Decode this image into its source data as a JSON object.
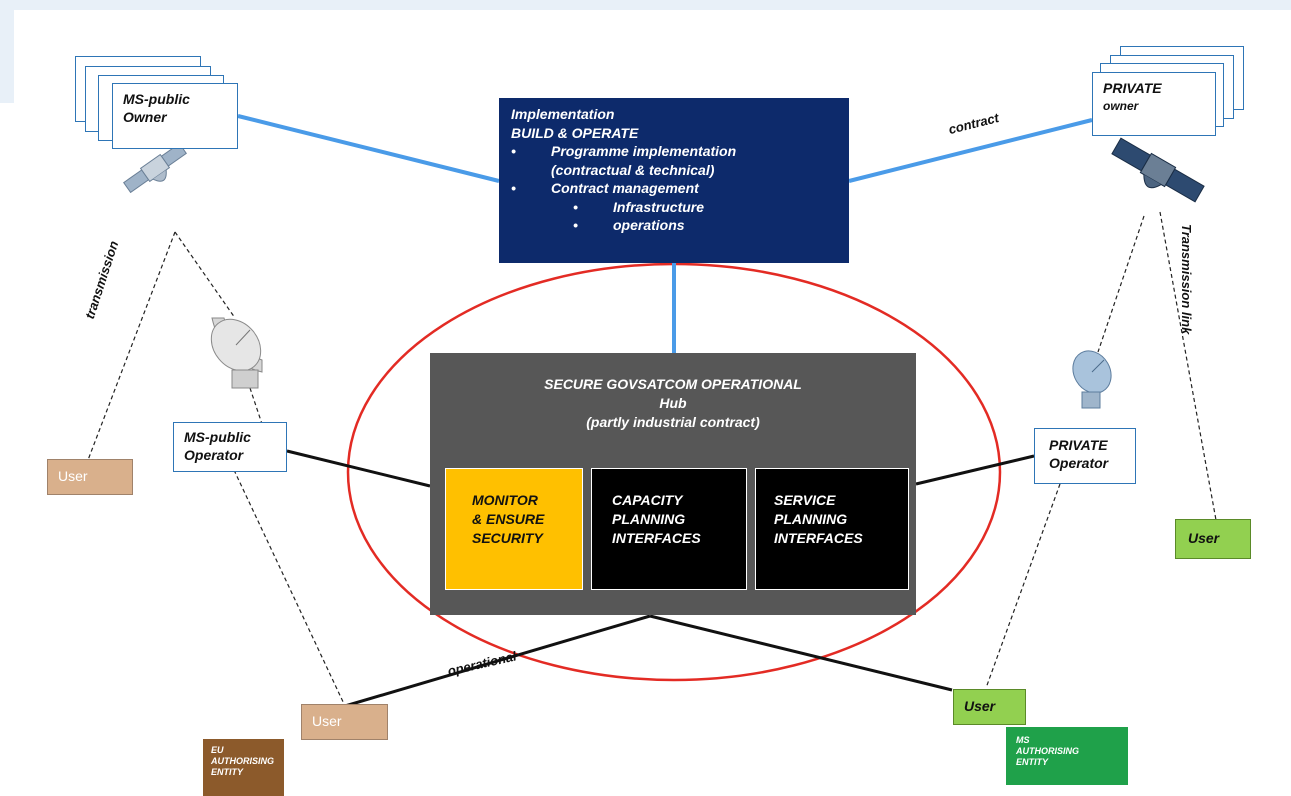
{
  "implementation": {
    "title": "Implementation",
    "subtitle": "BUILD & OPERATE",
    "bullet_char": "•",
    "items": [
      "Programme  implementation",
      "(contractual & technical)",
      "Contract management"
    ],
    "sub_items": [
      "Infrastructure",
      "operations"
    ]
  },
  "hub": {
    "title": "SECURE GOVSATCOM OPERATIONAL",
    "subtitle": "Hub",
    "note": "(partly industrial contract)",
    "modules": [
      {
        "lines": [
          "MONITOR",
          "& ENSURE",
          "SECURITY"
        ]
      },
      {
        "lines": [
          "CAPACITY",
          "PLANNING",
          "INTERFACES"
        ]
      },
      {
        "lines": [
          "SERVICE",
          "PLANNING",
          "INTERFACES"
        ]
      }
    ]
  },
  "left": {
    "owner": [
      "MS-public",
      "Owner"
    ],
    "operator": [
      "MS-public",
      "Operator"
    ],
    "user_left": "User",
    "user_bottom": "User",
    "entity": [
      "EU",
      "AUTHORISING",
      "ENTITY"
    ]
  },
  "right": {
    "owner": [
      "PRIVATE",
      "owner"
    ],
    "operator": [
      "PRIVATE",
      "Operator"
    ],
    "user_right": "User",
    "user_bottom": "User",
    "entity": [
      "MS",
      "AUTHORISING",
      "ENTITY"
    ]
  },
  "labels": {
    "contract": "contract",
    "transmission": "transmission",
    "transmission_link": "Transmission link",
    "operational": "operational"
  },
  "colors": {
    "implementation_bg": "#0d2a6b",
    "hub_bg": "#575757",
    "security_module": "#ffc000",
    "ellipse": "#e32b24",
    "blue_link": "#4a9be8",
    "user_tan": "#d9b08c",
    "user_green": "#92d050"
  }
}
